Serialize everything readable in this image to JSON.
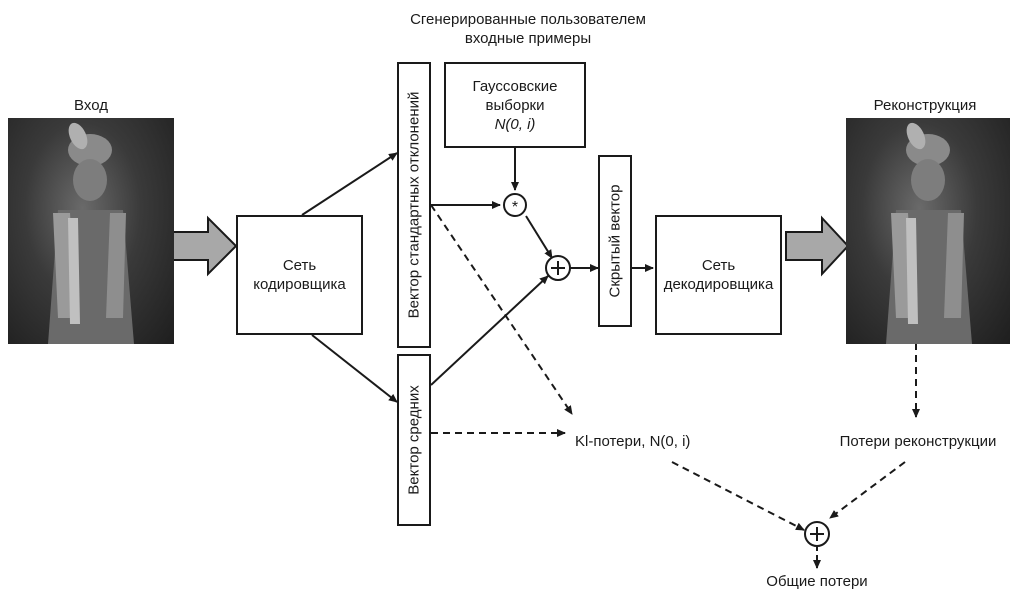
{
  "labels": {
    "input": "Вход",
    "reconstruction": "Реконструкция",
    "user_examples_line1": "Сгенерированные пользователем",
    "user_examples_line2": "входные примеры",
    "gauss_line1": "Гауссовские",
    "gauss_line2": "выборки",
    "gauss_line3": "N(0, i)",
    "encoder_line1": "Сеть",
    "encoder_line2": "кодировщика",
    "decoder_line1": "Сеть",
    "decoder_line2": "декодировщика",
    "std_vector": "Вектор стандартных отклонений",
    "mean_vector": "Вектор средних",
    "latent_vector": "Скрытый вектор",
    "kl_loss": "Kl-потери, N(0, i)",
    "recon_loss": "Потери реконструкции",
    "total_loss": "Общие потери",
    "multiply_symbol": "*",
    "plus_symbol": "+"
  }
}
